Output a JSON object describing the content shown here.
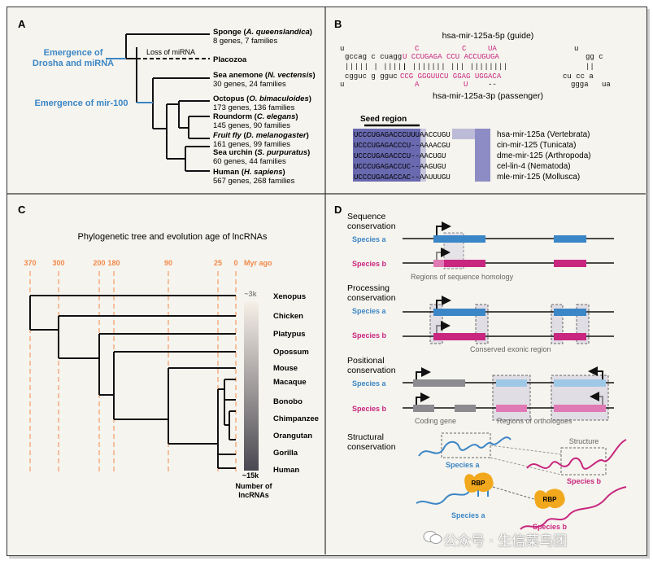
{
  "panel_a": {
    "letter": "A",
    "event_drosha": [
      "Emergence of",
      "Drosha and miRNA"
    ],
    "loss_mirna": "Loss of miRNA",
    "event_mir100": "Emergence of mir-100",
    "taxa": [
      {
        "name": "Sponge",
        "species": "A. queenslandica",
        "stats": "8 genes, 7 families"
      },
      {
        "name": "Placozoa",
        "species": "",
        "stats": ""
      },
      {
        "name": "Sea anemone",
        "species": "N. vectensis",
        "stats": "30 genes, 24 families"
      },
      {
        "name": "Octopus",
        "species": "O. bimaculoides",
        "stats": "173 genes, 136 families"
      },
      {
        "name": "Roundorm",
        "species": "C. elegans",
        "stats": "145 genes, 90 families"
      },
      {
        "name": "Fruit fly",
        "species": "D. melanogaster",
        "stats": "161 genes, 99 families"
      },
      {
        "name": "Sea urchin",
        "species": "S. purpuratus",
        "stats": "60 genes, 44 families"
      },
      {
        "name": "Human",
        "species": "H. sapiens",
        "stats": "567 genes, 268 families"
      }
    ]
  },
  "panel_b": {
    "letter": "B",
    "guide_title": "hsa-mir-125a-5p (guide)",
    "passenger_title": "hsa-mir-125a-3p (passenger)",
    "seed_label": "Seed region",
    "alignment": [
      {
        "seq": "UCCCUGAGACCCUUUAACCUGU",
        "label": "hsa-mir-125a (Vertebrata)"
      },
      {
        "seq": "UCCCUGAGACCCU--AAAACGU",
        "label": "cin-mir-125 (Tunicata)"
      },
      {
        "seq": "UCCCUGAGACCCU--AACUGU",
        "label": "dme-mir-125 (Arthropoda)"
      },
      {
        "seq": "UCCCUGAGACCUC--AAGUGU",
        "label": "cel-lin-4 (Nematoda)"
      },
      {
        "seq": "UCCCUGAGACCAC--AAUUUGU",
        "label": "mle-mir-125 (Mollusca)"
      }
    ]
  },
  "panel_c": {
    "letter": "C",
    "title": "Phylogenetic tree and evolution age of lncRNAs",
    "ticks": [
      "370",
      "300",
      "200",
      "180",
      "90",
      "25",
      "0"
    ],
    "unit": "Myr ago",
    "gradient_top": "~3k",
    "gradient_bottom": "~15k",
    "gradient_label": [
      "Number of",
      "lncRNAs"
    ],
    "species": [
      "Xenopus",
      "Chicken",
      "Platypus",
      "Opossum",
      "Mouse",
      "Macaque",
      "Bonobo",
      "Chimpanzee",
      "Orangutan",
      "Gorilla",
      "Human"
    ]
  },
  "panel_d": {
    "letter": "D",
    "seq_title": [
      "Sequence",
      "conservation"
    ],
    "proc_title": [
      "Processing",
      "conservation"
    ],
    "pos_title": [
      "Positional",
      "conservation"
    ],
    "struct_title": [
      "Structural",
      "conservation"
    ],
    "species_a": "Species a",
    "species_b": "Species b",
    "homology_label": "Regions of sequence homology",
    "exonic_label": "Conserved exonic region",
    "coding_label": "Coding gene",
    "orthologues_label": "Regions of orthologues",
    "structure_label": "Structure",
    "rbp": "RBP"
  },
  "watermark": "公众号 · 生信菜鸟团",
  "colors": {
    "blue": "#3b86c6",
    "magenta": "#c8267f",
    "orange": "#f08a4b",
    "navy": "#3e3f8f"
  }
}
